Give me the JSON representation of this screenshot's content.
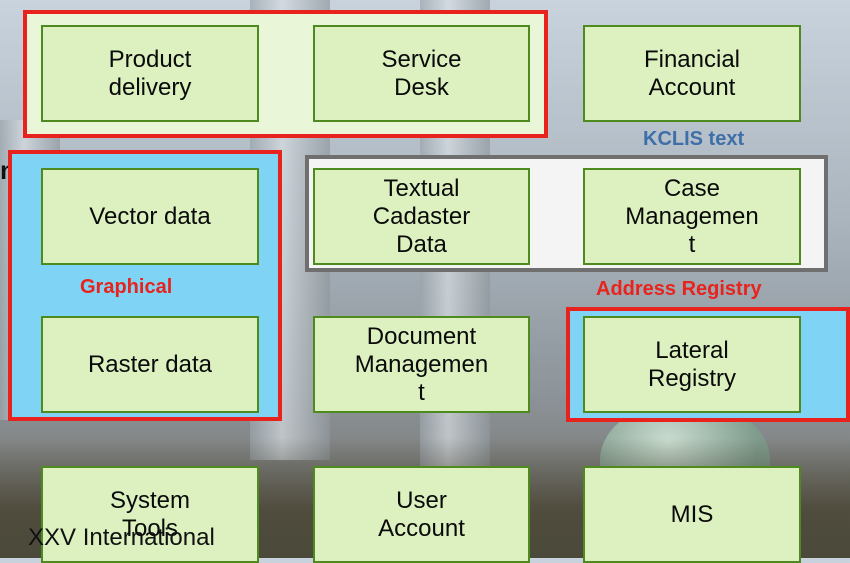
{
  "groups": {
    "delivery_group": {
      "boxes": [
        "Product\ndelivery",
        "Service\nDesk"
      ]
    },
    "financial": "Financial\nAccount",
    "kclis_text": "KCLIS text",
    "graphical_group": {
      "label": "Graphical",
      "boxes": [
        "Vector data",
        "Raster data"
      ]
    },
    "textual_group": {
      "boxes": [
        "Textual\nCadaster\nData",
        "Case\nManagemen\nt"
      ]
    },
    "address_registry": "Address Registry",
    "document_management": "Document\nManagemen\nt",
    "lateral_group": {
      "boxes": [
        "Lateral\nRegistry"
      ]
    },
    "bottom_row": [
      "System\nTools",
      "User\nAccount",
      "MIS"
    ]
  },
  "footer_text": "XXV International",
  "stray_text": "n",
  "colors": {
    "group_border_red": "#e8231e",
    "group_border_gray": "#6f6f6f",
    "box_fill": "#dcf1bf",
    "box_border": "#4f8a1f",
    "graphical_fill": "#7fd3f4",
    "label_red": "#e8231e",
    "label_blue": "#3e6fa8"
  }
}
